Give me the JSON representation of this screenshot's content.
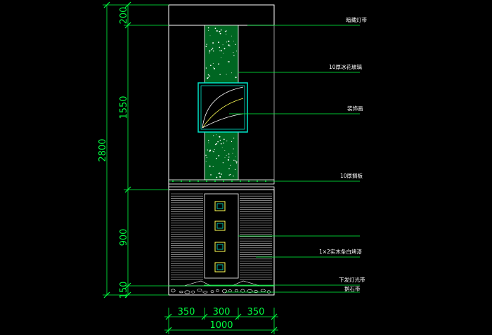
{
  "drawing": {
    "colors": {
      "background": "#000000",
      "outline": "#ffffff",
      "dimension": "#00ff40",
      "stone": "#006b2a",
      "panel_frame": "#00e5c8",
      "window": "#ffff55",
      "slats": "#c8c8c8",
      "leader": "#00ff40"
    },
    "dimensions": {
      "vertical_outer": "2800",
      "vertical_segments": [
        "200",
        "1550",
        "900",
        "150"
      ],
      "horizontal_segments": [
        "350",
        "300",
        "350"
      ],
      "horizontal_total": "1000"
    },
    "labels": [
      "暗藏灯带",
      "10厚冰花玻璃",
      "装饰画",
      "10厚搁板",
      "1×2实木条白烤漆",
      "下发灯光带",
      "鹅石带"
    ]
  }
}
